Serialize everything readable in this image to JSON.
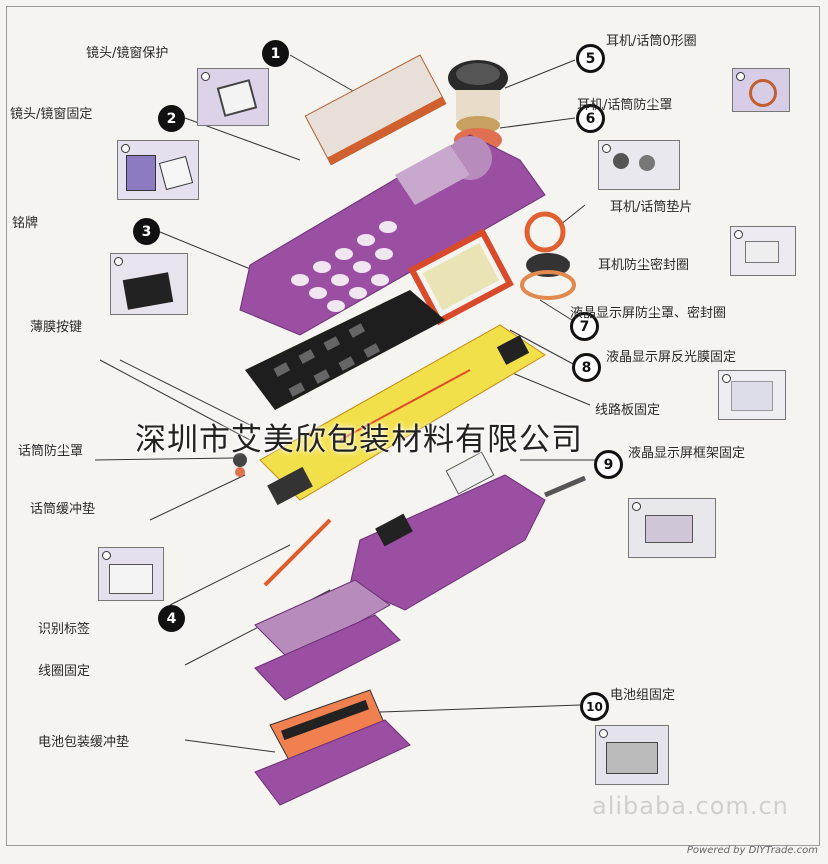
{
  "labels": {
    "l1": "镜头/镜窗保护",
    "l2": "镜头/镜窗固定",
    "l3": "铭牌",
    "l4": "薄膜按键",
    "l5": "话筒防尘罩",
    "l6": "话筒缓冲垫",
    "l7": "识别标签",
    "l8": "线圈固定",
    "l9": "电池包装缓冲垫",
    "r1": "耳机/话筒0形圈",
    "r2": "耳机/话筒防尘罩",
    "r3": "耳机/话筒垫片",
    "r4": "耳机防尘密封圈",
    "r5": "液晶显示屏防尘罩、密封圈",
    "r6": "液晶显示屏反光膜固定",
    "r7": "线路板固定",
    "r8": "液晶显示屏框架固定",
    "r9": "电池组固定"
  },
  "numbers": [
    "1",
    "2",
    "3",
    "4",
    "5",
    "6",
    "7",
    "8",
    "9",
    "10"
  ],
  "watermark": "深圳市艾美欣包装材料有限公司",
  "site": "alibaba.com.cn",
  "footer": "Powered by DIYTrade.com",
  "colors": {
    "purple": "#9b4fa3",
    "yellow": "#f2e04a",
    "orange": "#e4572e",
    "black": "#1a1a1a"
  }
}
